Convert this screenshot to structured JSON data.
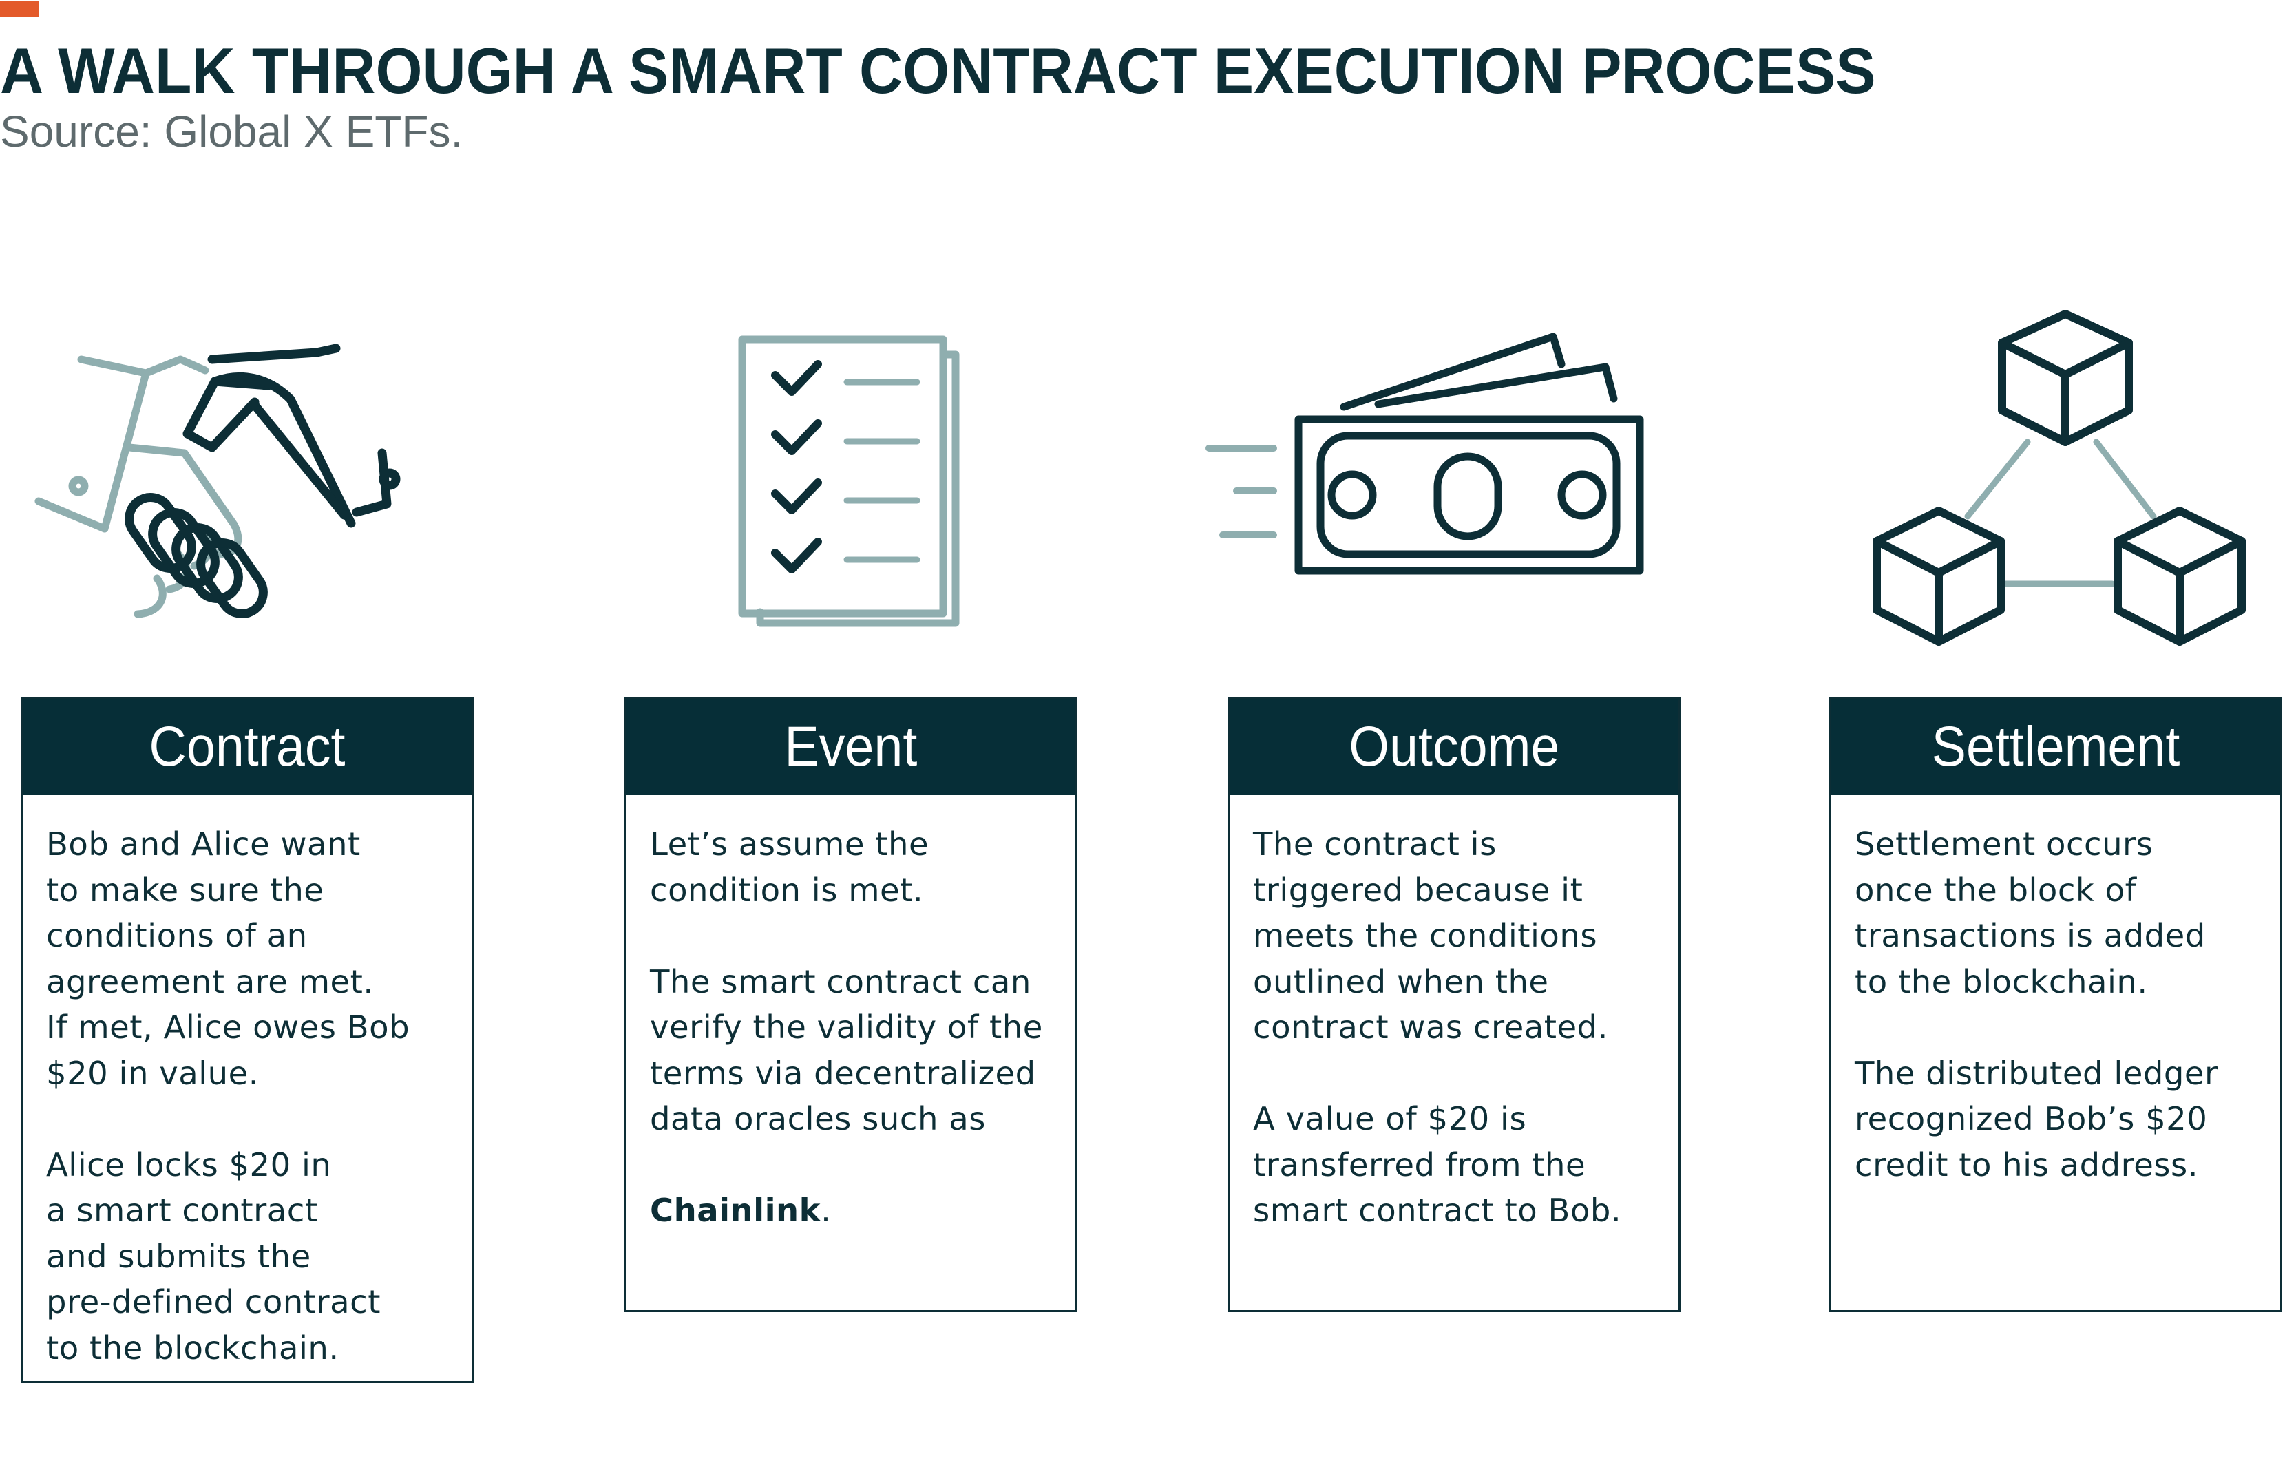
{
  "header": {
    "title": "A WALK THROUGH A SMART CONTRACT EXECUTION PROCESS",
    "source": "Source: Global X ETFs.",
    "accent_color": "#e35a2a"
  },
  "colors": {
    "navy": "#062e37",
    "sage": "#8faeaf"
  },
  "steps": [
    {
      "icon": "handshake-icon",
      "title": "Contract",
      "paragraphs": [
        "Bob and Alice want\nto make sure the\nconditions of an\nagreement are met.\nIf met, Alice owes Bob\n$20 in value.",
        "Alice locks $20 in\na smart contract\nand submits the\npre-defined contract\nto the blockchain."
      ]
    },
    {
      "icon": "checklist-icon",
      "title": "Event",
      "paragraphs": [
        "Let’s assume the\ncondition is met.",
        "The smart contract can\nverify the validity of the\nterms via decentralized\ndata oracles such as"
      ],
      "bold_tail": "Chainlink",
      "tail_punct": "."
    },
    {
      "icon": "money-icon",
      "title": "Outcome",
      "paragraphs": [
        "The contract is\ntriggered because it\nmeets the conditions\noutlined when the\ncontract was created.",
        "A value of $20 is\ntransferred from the\nsmart contract to Bob."
      ]
    },
    {
      "icon": "blockchain-icon",
      "title": "Settlement",
      "paragraphs": [
        "Settlement occurs\nonce the block of\ntransactions is added\nto the blockchain.",
        "The distributed ledger\nrecognized Bob’s $20\ncredit to his address."
      ]
    }
  ]
}
